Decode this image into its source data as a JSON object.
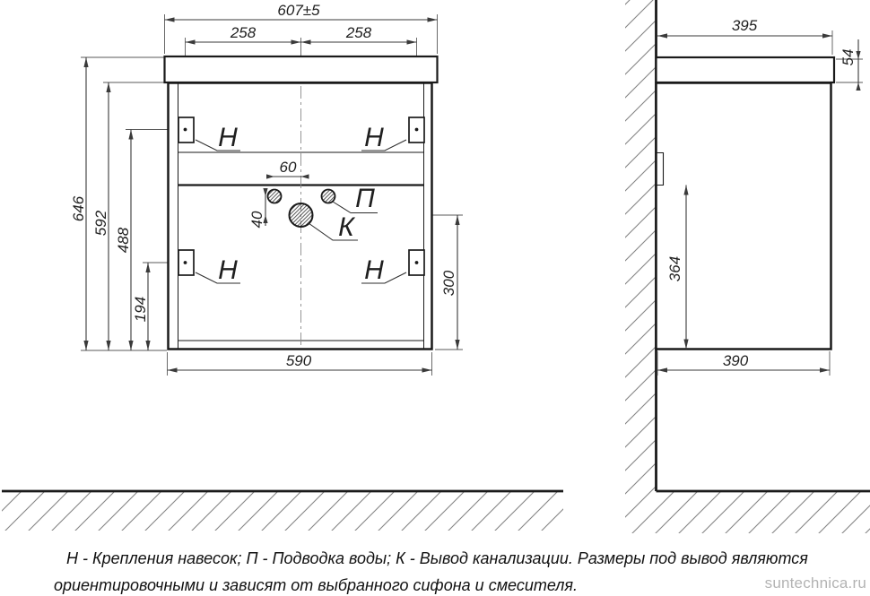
{
  "front_view": {
    "overall_width": "607±5",
    "bracket_offset_left": "258",
    "bracket_offset_right": "258",
    "total_height": "646",
    "body_height": "592",
    "top_bracket_height": "488",
    "bottom_bracket_height": "194",
    "water_hole_spacing": "60",
    "drain_hole_offset": "40",
    "drain_height": "300",
    "body_width": "590",
    "bracket_label": "Н",
    "water_label": "П",
    "drain_label": "К"
  },
  "side_view": {
    "top_depth": "395",
    "top_thickness": "54",
    "rail_to_bottom": "364",
    "bottom_depth": "390"
  },
  "note": {
    "line1": "Н - Крепления навесок; П - Подводка воды; К - Вывод канализации. Размеры под вывод являются",
    "line2": "ориентировочными и зависят от выбранного сифона и смесителя."
  },
  "watermark": "suntechnica.ru",
  "colors": {
    "line": "#1a1a1a",
    "dim": "#3a3a3a",
    "hatch": "#848484",
    "watermark": "#b3b3b3"
  }
}
